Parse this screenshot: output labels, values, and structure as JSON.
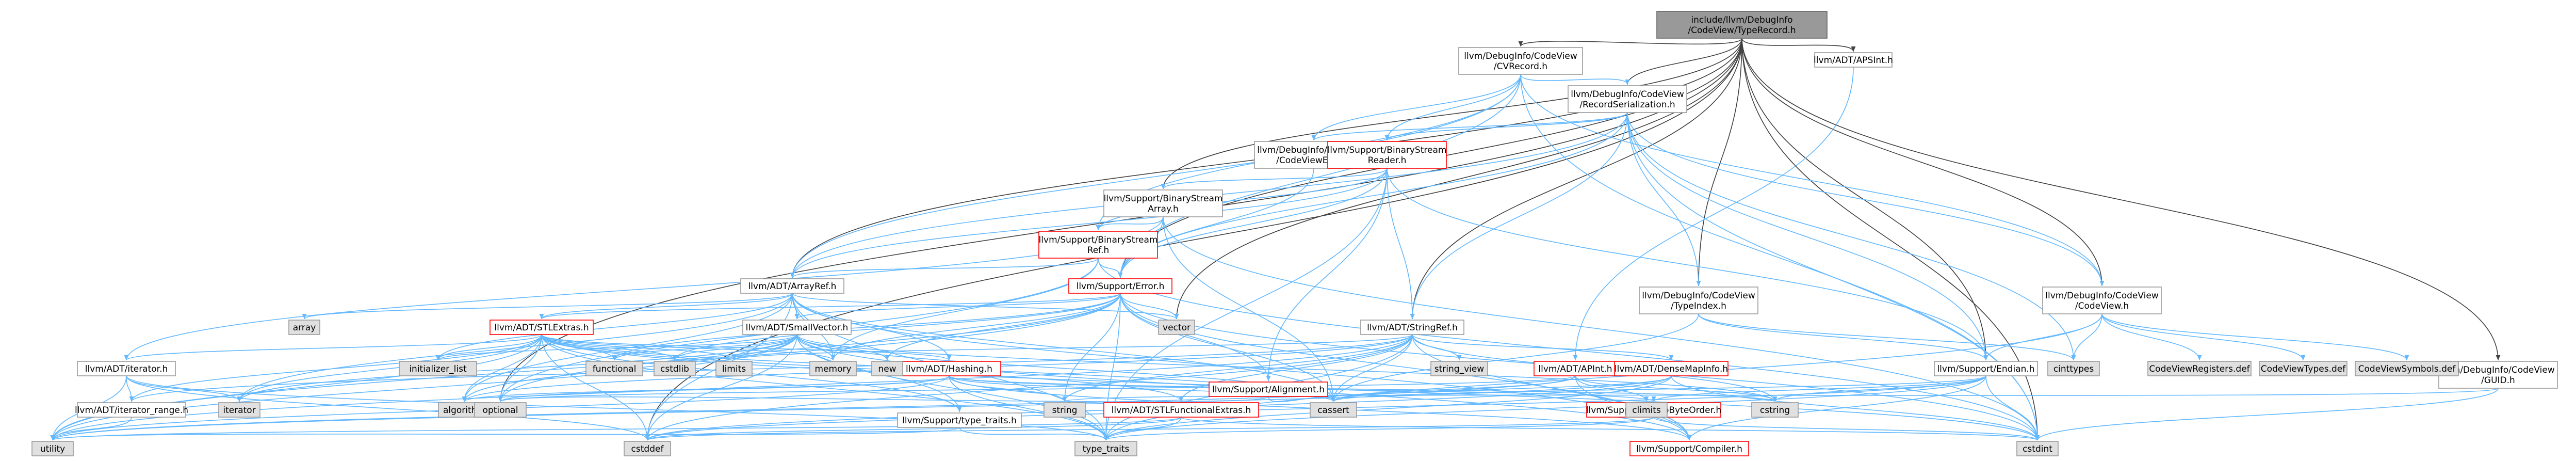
{
  "colors": {
    "node_fill": "#ffffff",
    "node_border_normal": "#999999",
    "node_border_linked": "#ff0000",
    "node_fill_gray": "#e0e0e0",
    "node_root_fill": "#999999",
    "edge": "#63b8ff",
    "edge_root": "#404040"
  },
  "nodes": {
    "root": {
      "lines": [
        "include/llvm/DebugInfo",
        "/CodeView/TypeRecord.h"
      ],
      "style": "root"
    },
    "cvrecord": {
      "lines": [
        "llvm/DebugInfo/CodeView",
        "/CVRecord.h"
      ],
      "style": "normal"
    },
    "apsint": {
      "lines": [
        "llvm/ADT/APSInt.h"
      ],
      "style": "normal"
    },
    "recordser": {
      "lines": [
        "llvm/DebugInfo/CodeView",
        "/RecordSerialization.h"
      ],
      "style": "normal"
    },
    "cverror": {
      "lines": [
        "llvm/DebugInfo/CodeView",
        "/CodeViewError.h"
      ],
      "style": "normal"
    },
    "bsreader": {
      "lines": [
        "llvm/Support/BinaryStream",
        "Reader.h"
      ],
      "style": "linked"
    },
    "bsarray": {
      "lines": [
        "llvm/Support/BinaryStream",
        "Array.h"
      ],
      "style": "normal"
    },
    "bsref": {
      "lines": [
        "llvm/Support/BinaryStream",
        "Ref.h"
      ],
      "style": "linked"
    },
    "arrayref": {
      "lines": [
        "llvm/ADT/ArrayRef.h"
      ],
      "style": "normal"
    },
    "error": {
      "lines": [
        "llvm/Support/Error.h"
      ],
      "style": "linked"
    },
    "stringref": {
      "lines": [
        "llvm/ADT/StringRef.h"
      ],
      "style": "normal"
    },
    "typeindex": {
      "lines": [
        "llvm/DebugInfo/CodeView",
        "/TypeIndex.h"
      ],
      "style": "normal"
    },
    "codeview": {
      "lines": [
        "llvm/DebugInfo/CodeView",
        "/CodeView.h"
      ],
      "style": "normal"
    },
    "guid": {
      "lines": [
        "llvm/DebugInfo/CodeView",
        "/GUID.h"
      ],
      "style": "normal"
    },
    "stlextras": {
      "lines": [
        "llvm/ADT/STLExtras.h"
      ],
      "style": "linked"
    },
    "smallvector": {
      "lines": [
        "llvm/ADT/SmallVector.h"
      ],
      "style": "normal"
    },
    "hashing": {
      "lines": [
        "llvm/ADT/Hashing.h"
      ],
      "style": "linked"
    },
    "alignment": {
      "lines": [
        "llvm/Support/Alignment.h"
      ],
      "style": "linked"
    },
    "apint": {
      "lines": [
        "llvm/ADT/APInt.h"
      ],
      "style": "linked"
    },
    "densemapinfo": {
      "lines": [
        "llvm/ADT/DenseMapInfo.h"
      ],
      "style": "linked"
    },
    "endian": {
      "lines": [
        "llvm/Support/Endian.h"
      ],
      "style": "normal"
    },
    "iterator": {
      "lines": [
        "llvm/ADT/iterator.h"
      ],
      "style": "normal"
    },
    "iterrange": {
      "lines": [
        "llvm/ADT/iterator_range.h"
      ],
      "style": "normal"
    },
    "typetraits": {
      "lines": [
        "llvm/Support/type_traits.h"
      ],
      "style": "normal"
    },
    "stlfunc": {
      "lines": [
        "llvm/ADT/STLFunctionalExtras.h"
      ],
      "style": "linked"
    },
    "swapbyte": {
      "lines": [
        "llvm/Support/SwapByteOrder.h"
      ],
      "style": "linked"
    },
    "compiler": {
      "lines": [
        "llvm/Support/Compiler.h"
      ],
      "style": "linked"
    },
    "vector": {
      "lines": [
        "vector"
      ],
      "style": "gray"
    },
    "array": {
      "lines": [
        "array"
      ],
      "style": "gray"
    },
    "cinttypes": {
      "lines": [
        "cinttypes"
      ],
      "style": "gray"
    },
    "cvregisters": {
      "lines": [
        "CodeViewRegisters.def"
      ],
      "style": "gray"
    },
    "cvtypes": {
      "lines": [
        "CodeViewTypes.def"
      ],
      "style": "gray"
    },
    "cvsymbols": {
      "lines": [
        "CodeViewSymbols.def"
      ],
      "style": "gray"
    },
    "string_view": {
      "lines": [
        "string_view"
      ],
      "style": "gray"
    },
    "initializer_list": {
      "lines": [
        "initializer_list"
      ],
      "style": "gray"
    },
    "functional": {
      "lines": [
        "functional"
      ],
      "style": "gray"
    },
    "cstdlib": {
      "lines": [
        "cstdlib"
      ],
      "style": "gray"
    },
    "limits": {
      "lines": [
        "limits"
      ],
      "style": "gray"
    },
    "memory": {
      "lines": [
        "memory"
      ],
      "style": "gray"
    },
    "new": {
      "lines": [
        "new"
      ],
      "style": "gray"
    },
    "iterator_std": {
      "lines": [
        "iterator"
      ],
      "style": "gray"
    },
    "algorithm": {
      "lines": [
        "algorithm"
      ],
      "style": "gray"
    },
    "optional": {
      "lines": [
        "optional"
      ],
      "style": "gray"
    },
    "string": {
      "lines": [
        "string"
      ],
      "style": "gray"
    },
    "cassert": {
      "lines": [
        "cassert"
      ],
      "style": "gray"
    },
    "climits": {
      "lines": [
        "climits"
      ],
      "style": "gray"
    },
    "cstring": {
      "lines": [
        "cstring"
      ],
      "style": "gray"
    },
    "utility": {
      "lines": [
        "utility"
      ],
      "style": "gray"
    },
    "cstddef": {
      "lines": [
        "cstddef"
      ],
      "style": "gray"
    },
    "type_traits": {
      "lines": [
        "type_traits"
      ],
      "style": "gray"
    },
    "cstdint": {
      "lines": [
        "cstdint"
      ],
      "style": "gray"
    }
  },
  "edges": [
    [
      "root",
      "cvrecord"
    ],
    [
      "root",
      "apsint"
    ],
    [
      "root",
      "arrayref"
    ],
    [
      "root",
      "bsarray"
    ],
    [
      "root",
      "error"
    ],
    [
      "root",
      "stringref"
    ],
    [
      "root",
      "typeindex"
    ],
    [
      "root",
      "codeview"
    ],
    [
      "root",
      "guid"
    ],
    [
      "root",
      "endian"
    ],
    [
      "root",
      "cstdint"
    ],
    [
      "root",
      "vector"
    ],
    [
      "root",
      "cstddef"
    ],
    [
      "root",
      "optional"
    ],
    [
      "root",
      "recordser"
    ],
    [
      "cvrecord",
      "recordser"
    ],
    [
      "cvrecord",
      "cverror"
    ],
    [
      "cvrecord",
      "bsreader"
    ],
    [
      "cvrecord",
      "bsref"
    ],
    [
      "cvrecord",
      "arrayref"
    ],
    [
      "cvrecord",
      "error"
    ],
    [
      "cvrecord",
      "codeview"
    ],
    [
      "cvrecord",
      "cstdint"
    ],
    [
      "apsint",
      "apint"
    ],
    [
      "recordser",
      "cverror"
    ],
    [
      "recordser",
      "bsreader"
    ],
    [
      "recordser",
      "stringref"
    ],
    [
      "recordser",
      "error"
    ],
    [
      "recordser",
      "arrayref"
    ],
    [
      "recordser",
      "endian"
    ],
    [
      "recordser",
      "codeview"
    ],
    [
      "recordser",
      "cinttypes"
    ],
    [
      "recordser",
      "cstdint"
    ],
    [
      "recordser",
      "typeindex"
    ],
    [
      "cverror",
      "error"
    ],
    [
      "bsreader",
      "bsarray"
    ],
    [
      "bsreader",
      "bsref"
    ],
    [
      "bsreader",
      "error"
    ],
    [
      "bsreader",
      "stringref"
    ],
    [
      "bsreader",
      "alignment"
    ],
    [
      "bsreader",
      "endian"
    ],
    [
      "bsreader",
      "arrayref"
    ],
    [
      "bsreader",
      "type_traits"
    ],
    [
      "bsarray",
      "bsref"
    ],
    [
      "bsarray",
      "error"
    ],
    [
      "bsarray",
      "iterator"
    ],
    [
      "bsarray",
      "cassert"
    ],
    [
      "bsarray",
      "cstdint"
    ],
    [
      "bsref",
      "arrayref"
    ],
    [
      "bsref",
      "error"
    ],
    [
      "bsref",
      "memory"
    ],
    [
      "bsref",
      "cstdint"
    ],
    [
      "bsref",
      "optional"
    ],
    [
      "arrayref",
      "hashing"
    ],
    [
      "arrayref",
      "smallvector"
    ],
    [
      "arrayref",
      "stlextras"
    ],
    [
      "arrayref",
      "compiler"
    ],
    [
      "arrayref",
      "algorithm"
    ],
    [
      "arrayref",
      "array"
    ],
    [
      "arrayref",
      "cassert"
    ],
    [
      "arrayref",
      "cstddef"
    ],
    [
      "arrayref",
      "initializer_list"
    ],
    [
      "arrayref",
      "iterator_std"
    ],
    [
      "arrayref",
      "memory"
    ],
    [
      "arrayref",
      "type_traits"
    ],
    [
      "arrayref",
      "vector"
    ],
    [
      "error",
      "stlextras"
    ],
    [
      "error",
      "smallvector"
    ],
    [
      "error",
      "alignment"
    ],
    [
      "error",
      "compiler"
    ],
    [
      "error",
      "cassert"
    ],
    [
      "error",
      "cstdint"
    ],
    [
      "error",
      "cstdlib"
    ],
    [
      "error",
      "functional"
    ],
    [
      "error",
      "memory"
    ],
    [
      "error",
      "new"
    ],
    [
      "error",
      "optional"
    ],
    [
      "error",
      "string"
    ],
    [
      "error",
      "system"
    ],
    [
      "error",
      "type_traits"
    ],
    [
      "error",
      "utility"
    ],
    [
      "error",
      "vector"
    ],
    [
      "stringref",
      "densemapinfo"
    ],
    [
      "stringref",
      "iterrange"
    ],
    [
      "stringref",
      "compiler"
    ],
    [
      "stringref",
      "algorithm"
    ],
    [
      "stringref",
      "cassert"
    ],
    [
      "stringref",
      "cstddef"
    ],
    [
      "stringref",
      "cstring"
    ],
    [
      "stringref",
      "limits"
    ],
    [
      "stringref",
      "string"
    ],
    [
      "stringref",
      "string_view"
    ],
    [
      "stringref",
      "type_traits"
    ],
    [
      "stringref",
      "utility"
    ],
    [
      "stringref",
      "stlfunc"
    ],
    [
      "typeindex",
      "endian"
    ],
    [
      "typeindex",
      "cassert"
    ],
    [
      "typeindex",
      "cinttypes"
    ],
    [
      "codeview",
      "endian"
    ],
    [
      "codeview",
      "cinttypes"
    ],
    [
      "codeview",
      "type_traits"
    ],
    [
      "codeview",
      "cvregisters"
    ],
    [
      "codeview",
      "cvtypes"
    ],
    [
      "codeview",
      "cvsymbols"
    ],
    [
      "guid",
      "cstdint"
    ],
    [
      "guid",
      "string"
    ],
    [
      "stlextras",
      "hashing"
    ],
    [
      "stlextras",
      "iterator"
    ],
    [
      "stlextras",
      "iterrange"
    ],
    [
      "stlextras",
      "stlfunc"
    ],
    [
      "stlextras",
      "typetraits"
    ],
    [
      "stlextras",
      "algorithm"
    ],
    [
      "stlextras",
      "cassert"
    ],
    [
      "stlextras",
      "cstddef"
    ],
    [
      "stlextras",
      "cstdint"
    ],
    [
      "stlextras",
      "cstdlib"
    ],
    [
      "stlextras",
      "functional"
    ],
    [
      "stlextras",
      "initializer_list"
    ],
    [
      "stlextras",
      "iterator_std"
    ],
    [
      "stlextras",
      "limits"
    ],
    [
      "stlextras",
      "memory"
    ],
    [
      "stlextras",
      "optional"
    ],
    [
      "stlextras",
      "tuple"
    ],
    [
      "stlextras",
      "type_traits"
    ],
    [
      "stlextras",
      "utility"
    ],
    [
      "smallvector",
      "compiler"
    ],
    [
      "smallvector",
      "typetraits"
    ],
    [
      "smallvector",
      "algorithm"
    ],
    [
      "smallvector",
      "cassert"
    ],
    [
      "smallvector",
      "cstddef"
    ],
    [
      "smallvector",
      "cstdlib"
    ],
    [
      "smallvector",
      "cstring"
    ],
    [
      "smallvector",
      "functional"
    ],
    [
      "smallvector",
      "initializer_list"
    ],
    [
      "smallvector",
      "iterator_std"
    ],
    [
      "smallvector",
      "limits"
    ],
    [
      "smallvector",
      "memory"
    ],
    [
      "smallvector",
      "new"
    ],
    [
      "smallvector",
      "type_traits"
    ],
    [
      "smallvector",
      "utility"
    ],
    [
      "hashing",
      "compiler"
    ],
    [
      "hashing",
      "swapbyte"
    ],
    [
      "hashing",
      "type_traits"
    ],
    [
      "hashing",
      "algorithm"
    ],
    [
      "hashing",
      "cassert"
    ],
    [
      "hashing",
      "cstring"
    ],
    [
      "hashing",
      "optional"
    ],
    [
      "hashing",
      "string"
    ],
    [
      "hashing",
      "tuple"
    ],
    [
      "hashing",
      "utility"
    ],
    [
      "alignment",
      "cassert"
    ],
    [
      "alignment",
      "optional"
    ],
    [
      "apint",
      "compiler"
    ],
    [
      "apint",
      "cassert"
    ],
    [
      "apint",
      "climits"
    ],
    [
      "apint",
      "cstring"
    ],
    [
      "apint",
      "optional"
    ],
    [
      "apint",
      "utility"
    ],
    [
      "densemapinfo",
      "cassert"
    ],
    [
      "densemapinfo",
      "cstddef"
    ],
    [
      "densemapinfo",
      "cstdint"
    ],
    [
      "densemapinfo",
      "tuple"
    ],
    [
      "densemapinfo",
      "type_traits"
    ],
    [
      "densemapinfo",
      "utility"
    ],
    [
      "endian",
      "compiler"
    ],
    [
      "endian",
      "swapbyte"
    ],
    [
      "endian",
      "cassert"
    ],
    [
      "endian",
      "cstddef"
    ],
    [
      "endian",
      "cstdint"
    ],
    [
      "endian",
      "cstring"
    ],
    [
      "endian",
      "type_traits"
    ],
    [
      "iterator",
      "iterrange"
    ],
    [
      "iterator",
      "cstddef"
    ],
    [
      "iterator",
      "iterator_std"
    ],
    [
      "iterator",
      "type_traits"
    ],
    [
      "iterator",
      "utility"
    ],
    [
      "iterrange",
      "utility"
    ],
    [
      "typetraits",
      "type_traits"
    ],
    [
      "typetraits",
      "utility"
    ],
    [
      "stlfunc",
      "cstddef"
    ],
    [
      "stlfunc",
      "cstdint"
    ],
    [
      "stlfunc",
      "type_traits"
    ],
    [
      "stlfunc",
      "utility"
    ],
    [
      "swapbyte",
      "cstddef"
    ],
    [
      "swapbyte",
      "cstdint"
    ],
    [
      "swapbyte",
      "type_traits"
    ]
  ]
}
